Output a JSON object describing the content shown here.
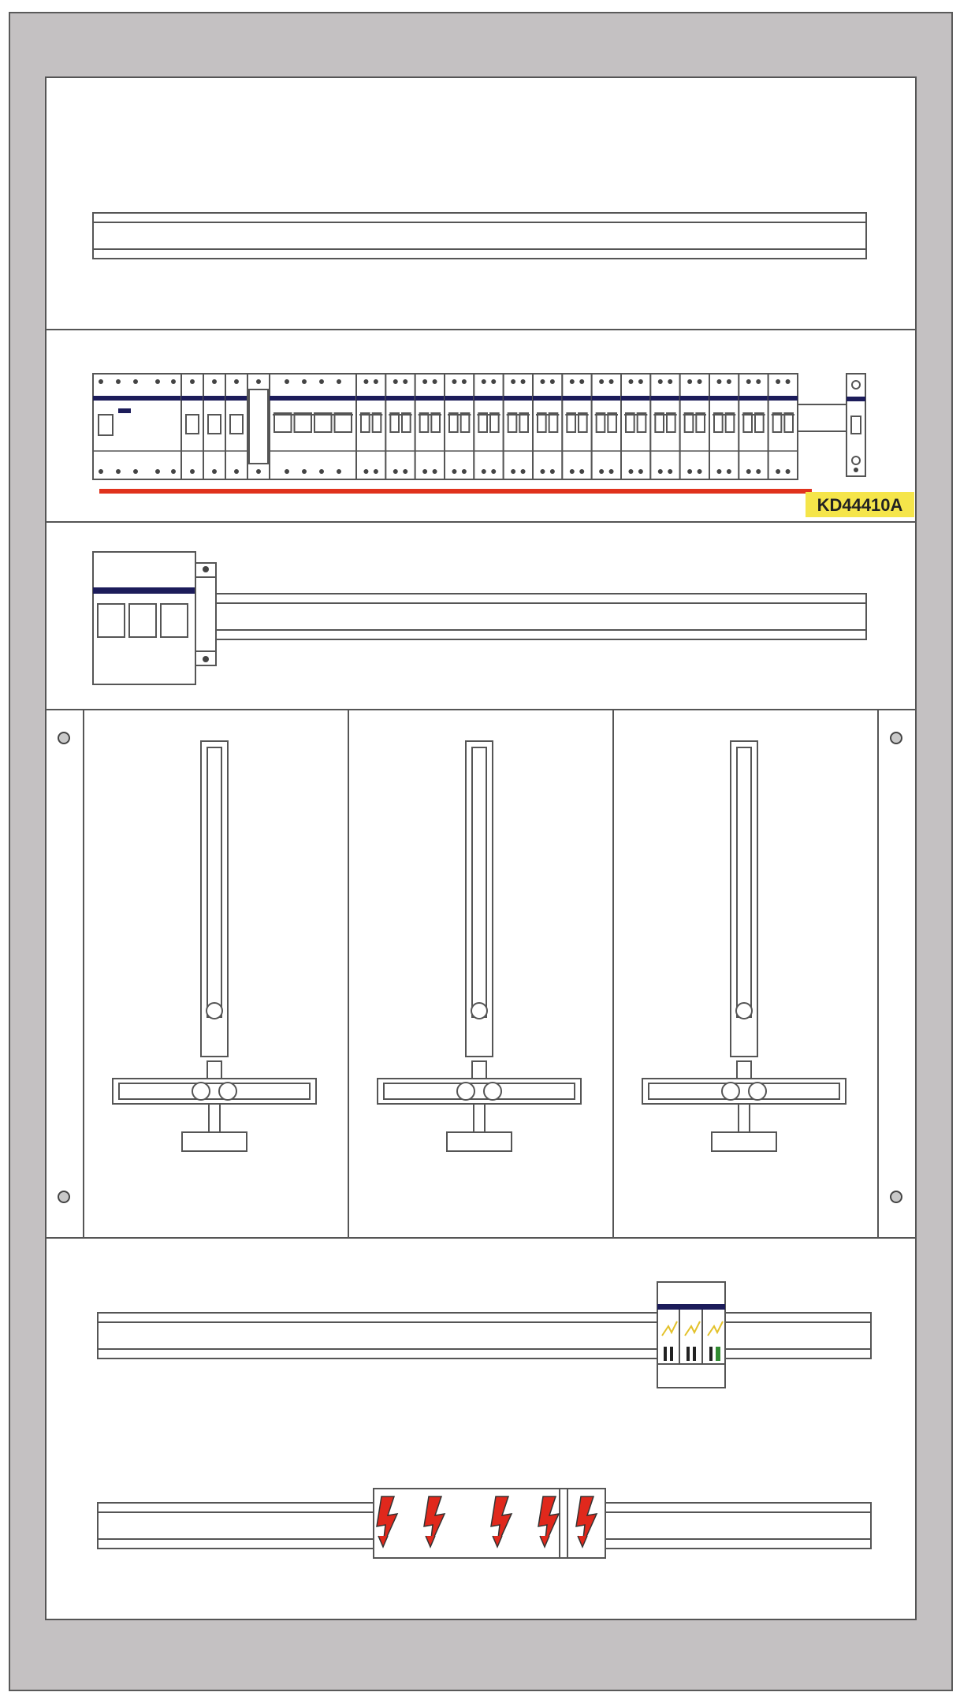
{
  "cabinet": {
    "article_label": "KD44410A",
    "colors": {
      "frame": "#c4c1c2",
      "panel": "#ffffff",
      "line": "#555555",
      "navy": "#1c1c5a",
      "red_bar": "#e0321c",
      "label_bg": "#f5e54a",
      "bolt_red": "#e0281c",
      "green": "#2f8a2f",
      "yellow": "#e3c12a"
    },
    "sections": [
      {
        "name": "top-empty-rail-section",
        "content": "din-rail"
      },
      {
        "name": "breaker-row-section",
        "content": "mcb-row",
        "breaker_modules": 16
      },
      {
        "name": "main-switch-section",
        "content": "main-switch-on-rail",
        "poles": 3
      },
      {
        "name": "meter-section",
        "content": "meter-mounts",
        "meter_slots": 3
      },
      {
        "name": "spd-rail-section",
        "content": "surge-protector-on-rail"
      },
      {
        "name": "terminal-rail-section",
        "content": "warning-terminal-block",
        "warning_symbols": 5
      }
    ]
  }
}
